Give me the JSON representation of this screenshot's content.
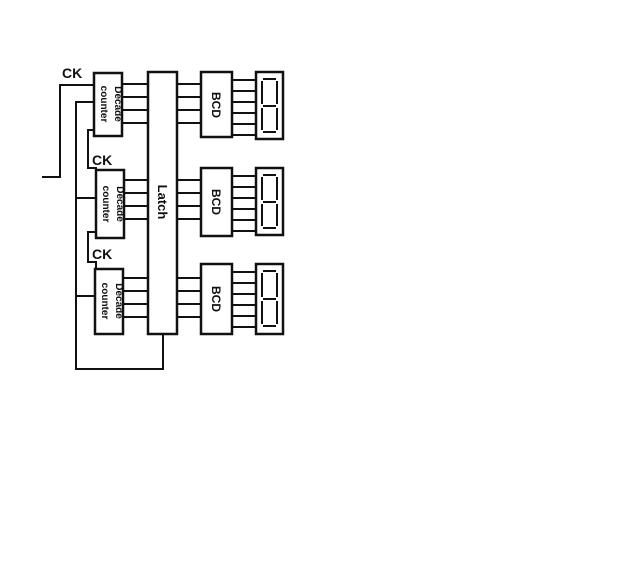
{
  "diagram": {
    "clock_label": "CK",
    "counter_label_line1": "Decade",
    "counter_label_line2": "counter",
    "latch_label": "Latch",
    "decoder_label": "BCD",
    "stages": [
      {
        "ck": "CK",
        "counter_1": "Decade",
        "counter_2": "counter",
        "decoder": "BCD"
      },
      {
        "ck": "CK",
        "counter_1": "Decade",
        "counter_2": "counter",
        "decoder": "BCD"
      },
      {
        "ck": "CK",
        "counter_1": "Decade",
        "counter_2": "counter",
        "decoder": "BCD"
      }
    ]
  }
}
